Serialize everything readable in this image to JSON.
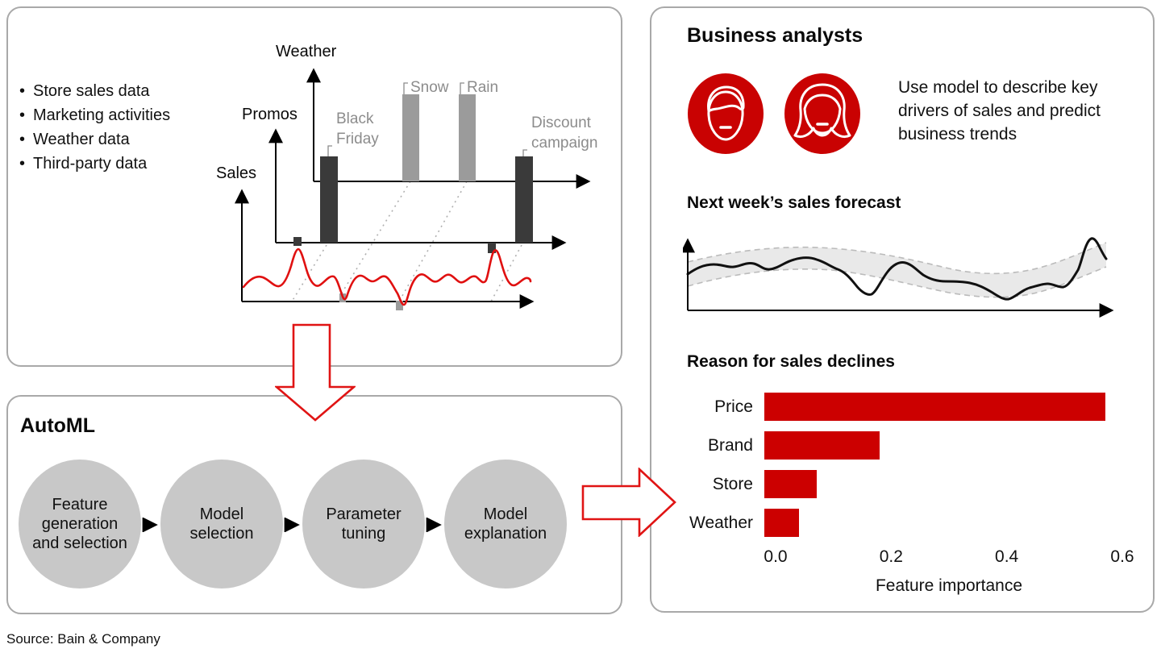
{
  "page": {
    "source_note": "Source: Bain & Company"
  },
  "colors": {
    "accent_red": "#E01414",
    "avatar_red": "#C90202",
    "bar_red": "#CC0000",
    "sales_line_red": "#E01010",
    "dark_bar": "#3A3A3A",
    "gray_bar": "#9B9B9B",
    "circle_gray": "#C8C8C8",
    "panel_border": "#A9A9A9",
    "muted_label": "#8C8C8C",
    "band_fill": "#E9E9E9"
  },
  "input_panel": {
    "bullets": [
      "Store sales data",
      "Marketing activities",
      "Weather data",
      "Third-party data"
    ],
    "chart": {
      "axis_weather": "Weather",
      "axis_promos": "Promos",
      "axis_sales": "Sales",
      "label_snow": "Snow",
      "label_rain": "Rain",
      "label_black_friday_line1": "Black",
      "label_black_friday_line2": "Friday",
      "label_discount_line1": "Discount",
      "label_discount_line2": "campaign"
    }
  },
  "automl_panel": {
    "title": "AutoML",
    "steps": [
      "Feature generation and selection",
      "Model selection",
      "Parameter tuning",
      "Model explanation"
    ]
  },
  "analyst_panel": {
    "title": "Business analysts",
    "description": "Use model to describe key drivers of sales and predict business trends"
  },
  "chart_data": [
    {
      "type": "bar",
      "orientation": "horizontal",
      "title": "Reason for sales declines",
      "categories": [
        "Price",
        "Brand",
        "Store",
        "Weather"
      ],
      "values": [
        0.59,
        0.2,
        0.09,
        0.06
      ],
      "xlabel": "Feature importance",
      "xticks": [
        0.0,
        0.2,
        0.4,
        0.6
      ],
      "xlim": [
        0,
        0.6
      ],
      "bar_color": "#CC0000",
      "grid": false,
      "legend": "none"
    },
    {
      "type": "line",
      "title": "Next week’s sales forecast",
      "series": [
        {
          "name": "forecast line",
          "style": "solid black wavy line"
        },
        {
          "name": "confidence band",
          "style": "light gray band with dashed edges"
        }
      ],
      "xlabel": "",
      "ylabel": "",
      "axes_unlabeled": true
    }
  ]
}
